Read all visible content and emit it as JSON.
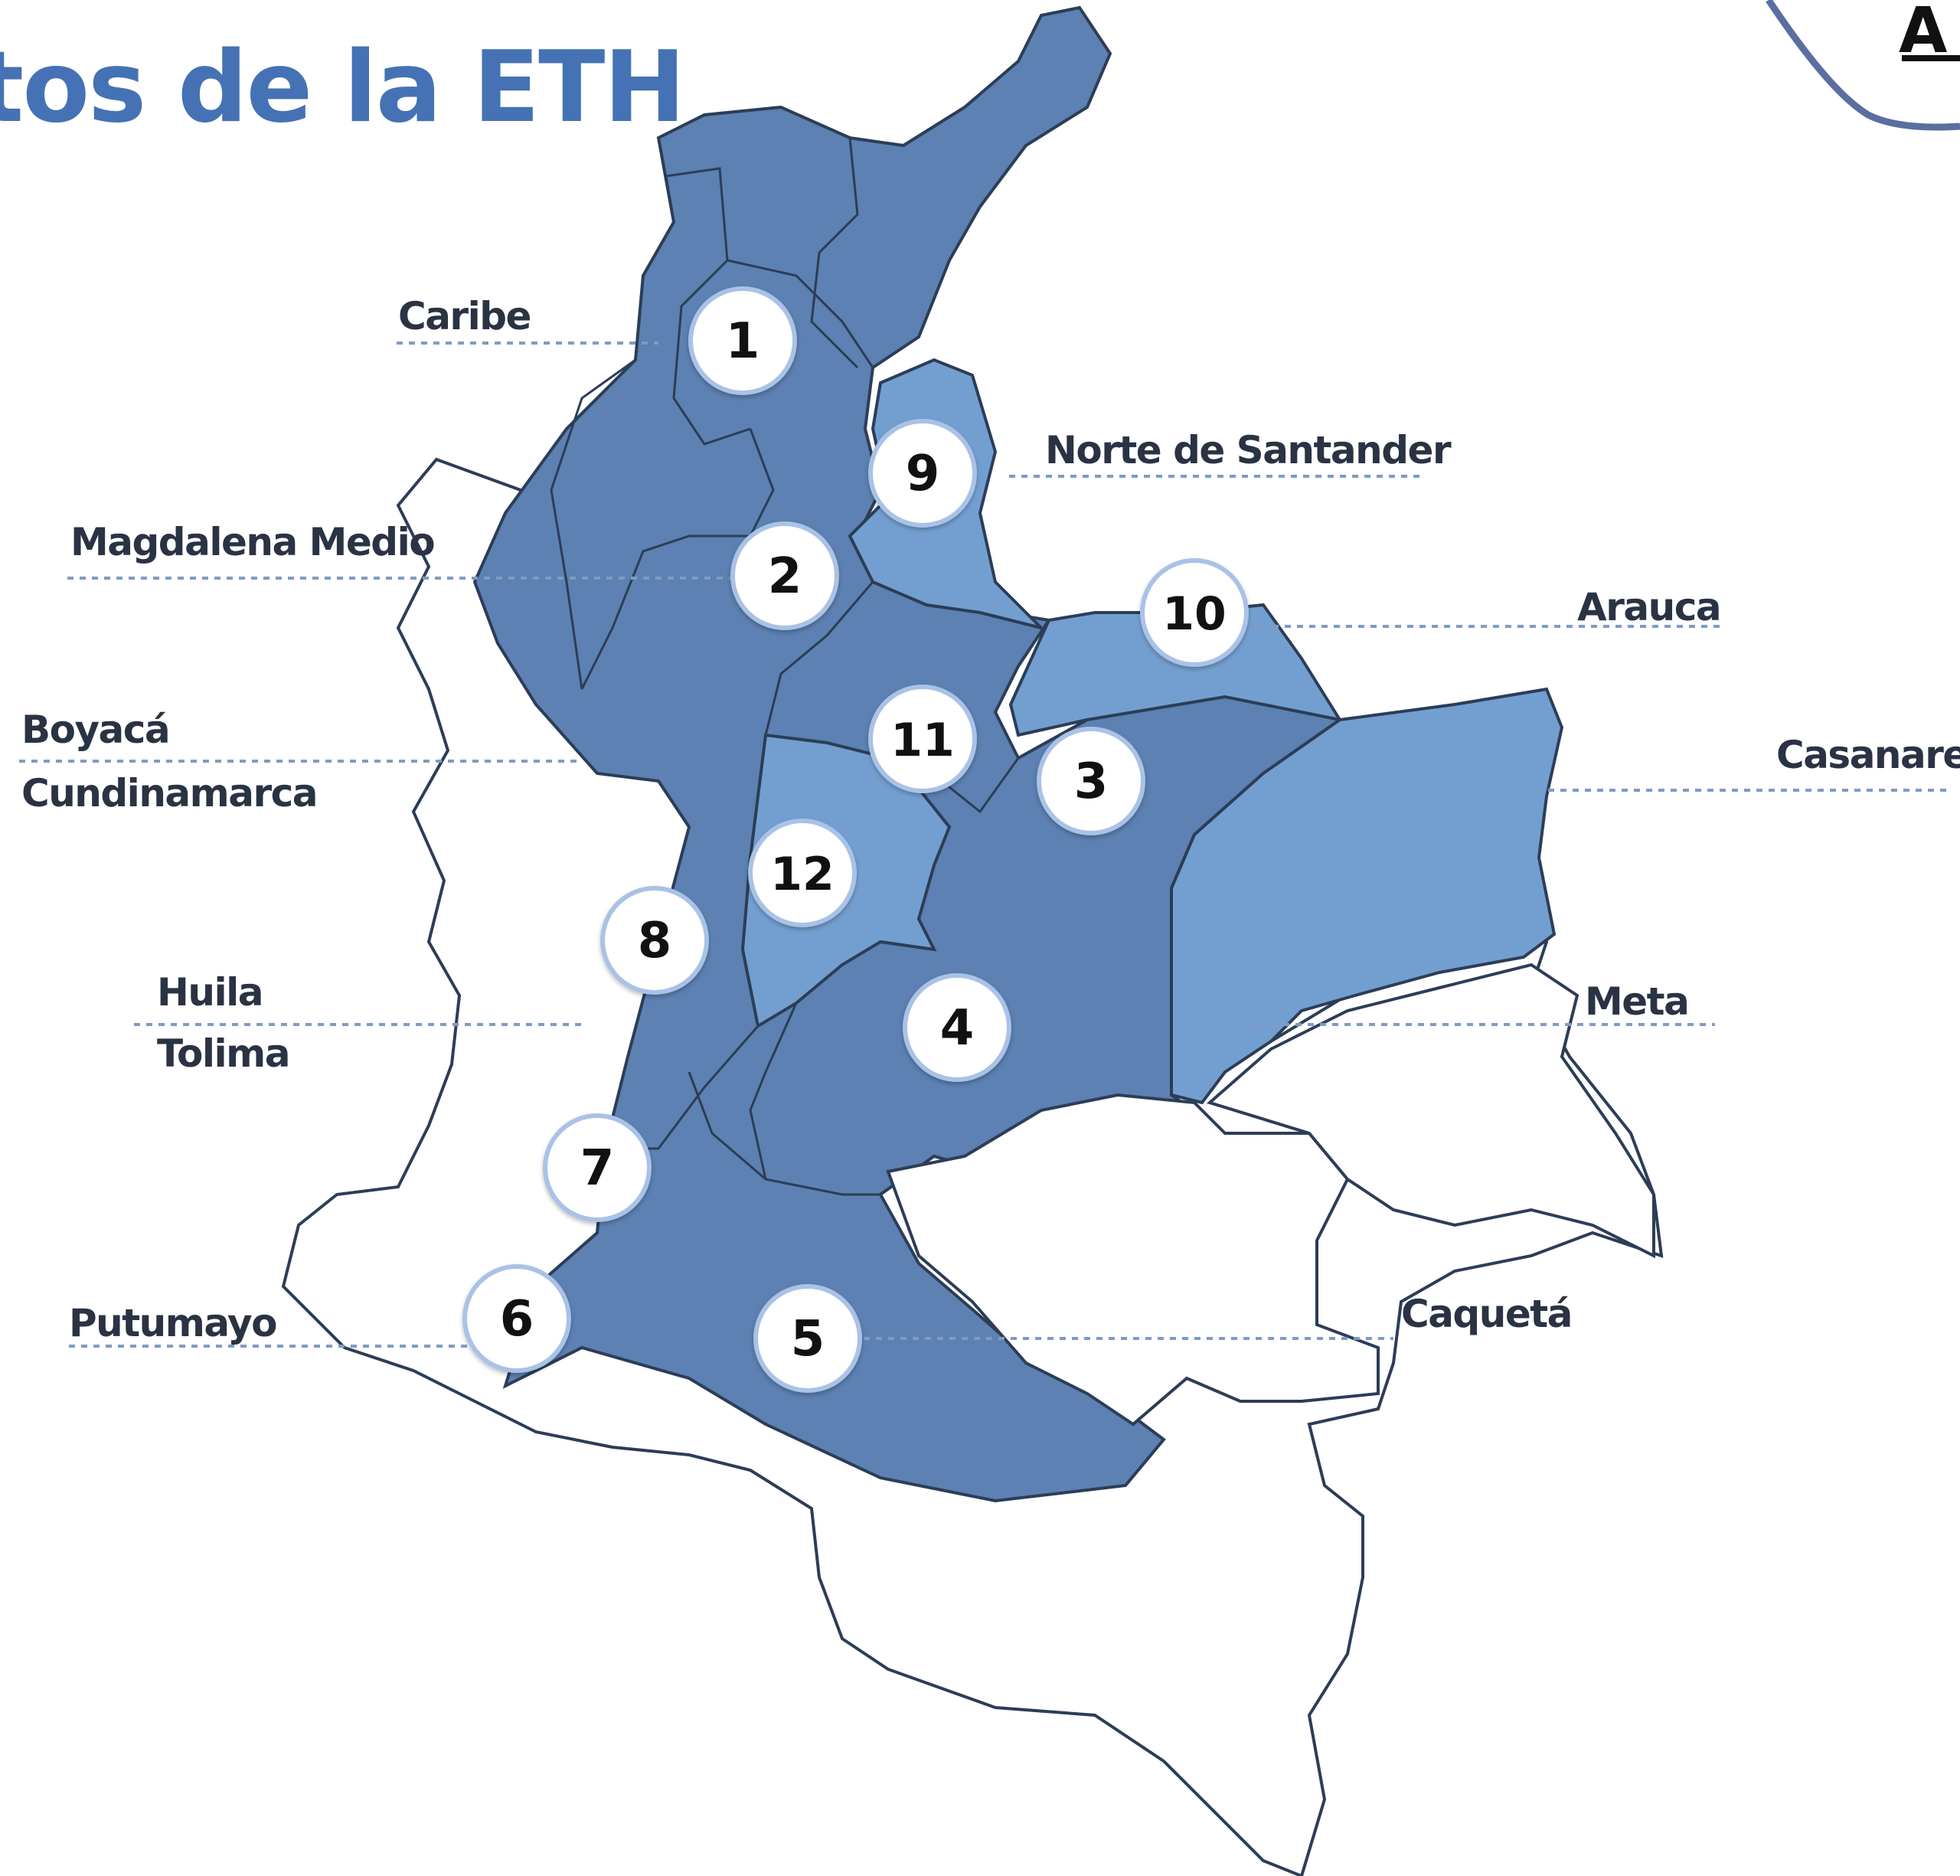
{
  "title": "tos de la ETH",
  "logo_letter": "A",
  "colors": {
    "dark_region": "#5c81b2",
    "light_region": "#739fd0",
    "outside_land": "#ffffff",
    "border": "#2c3d57",
    "leader_line": "#7f9bc4",
    "title": "#4472b4"
  },
  "region_labels": {
    "caribe": "Caribe",
    "norte_santander": "Norte de Santander",
    "magdalena_medio": "Magdalena Medio",
    "arauca": "Arauca",
    "boyaca": "Boyacá",
    "cundinamarca": "Cundinamarca",
    "casanare": "Casanare",
    "huila": "Huila",
    "tolima": "Tolima",
    "meta": "Meta",
    "putumayo": "Putumayo",
    "caqueta": "Caquetá"
  },
  "markers": [
    "1",
    "2",
    "3",
    "4",
    "5",
    "6",
    "7",
    "8",
    "9",
    "10",
    "11",
    "12"
  ]
}
